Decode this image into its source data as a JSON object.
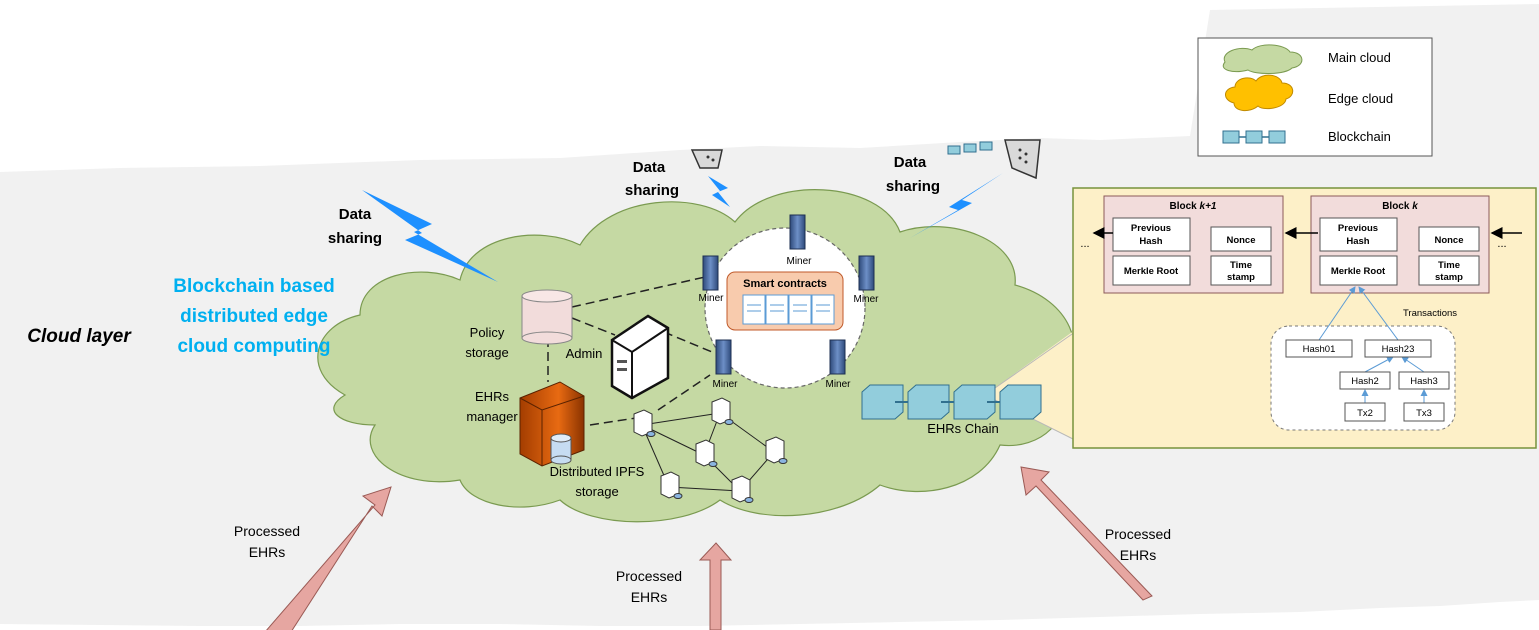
{
  "legend": {
    "items": [
      {
        "label": "Main cloud"
      },
      {
        "label": "Edge cloud"
      },
      {
        "label": "Blockchain"
      }
    ]
  },
  "labels": {
    "data_sharing_1": "Data",
    "data_sharing_1b": "sharing",
    "data_sharing_2": "Data",
    "data_sharing_2b": "sharing",
    "data_sharing_3": "Data",
    "data_sharing_3b": "sharing",
    "cloud_layer": "Cloud layer",
    "title_1": "Blockchain based",
    "title_2": "distributed edge",
    "title_3": "cloud computing",
    "policy_1": "Policy",
    "policy_2": "storage",
    "admin": "Admin",
    "ehrs_mgr_1": "EHRs",
    "ehrs_mgr_2": "manager",
    "ipfs_1": "Distributed IPFS",
    "ipfs_2": "storage",
    "miner_top": "Miner",
    "miner_left": "Miner",
    "miner_right": "Miner",
    "miner_bl": "Miner",
    "miner_br": "Miner",
    "smart_contracts": "Smart contracts",
    "ehrs_chain": "EHRs Chain",
    "processed_1a": "Processed",
    "processed_1b": "EHRs",
    "processed_2a": "Processed",
    "processed_2b": "EHRs",
    "processed_3a": "Processed",
    "processed_3b": "EHRs"
  },
  "blocks": {
    "block_k1_title": "Block ",
    "block_k1_italic": "k+1",
    "block_k_title": "Block ",
    "block_k_italic": "k",
    "prev_hash_1a": "Previous",
    "prev_hash_1b": "Hash",
    "nonce_1": "Nonce",
    "merkle_1": "Merkle Root",
    "time_1a": "Time",
    "time_1b": "stamp",
    "prev_hash_2a": "Previous",
    "prev_hash_2b": "Hash",
    "nonce_2": "Nonce",
    "merkle_2": "Merkle Root",
    "time_2a": "Time",
    "time_2b": "stamp",
    "ellipsis_left": "...",
    "ellipsis_right": "...",
    "transactions": "Transactions",
    "hash01": "Hash01",
    "hash23": "Hash23",
    "hash2": "Hash2",
    "hash3": "Hash3",
    "tx2": "Tx2",
    "tx3": "Tx3"
  },
  "colors": {
    "main_cloud": "#c5d9a3",
    "edge_cloud": "#ffc000",
    "chain_block": "#92cddc",
    "title_blue": "#00b0f0",
    "lightning": "#1e90ff",
    "panel_bg": "#fdf0c8",
    "panel_border": "#77933c",
    "block_bg": "#f2dcdb",
    "arrow_pink": "#e6a6a1"
  }
}
